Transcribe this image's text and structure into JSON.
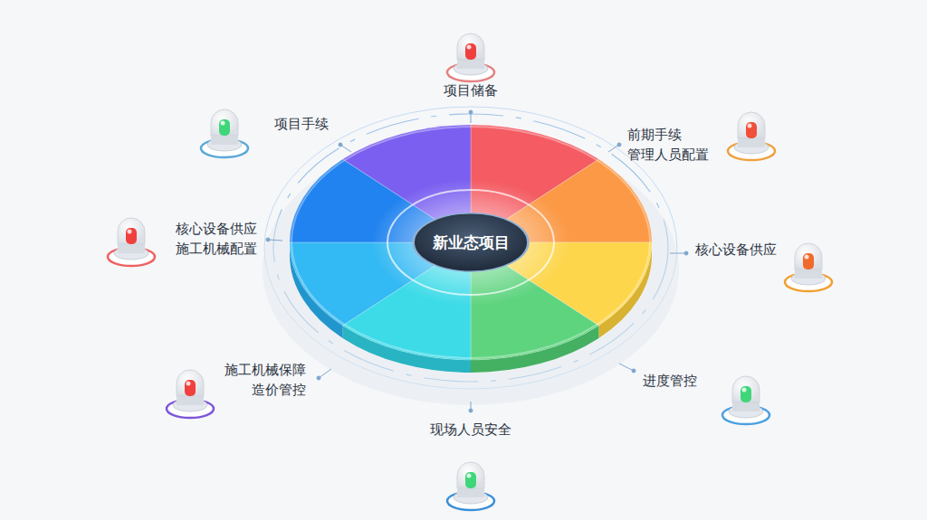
{
  "diagram": {
    "nodes": [
      {
        "text": [
          "新业态项目"
        ]
      }
    ],
    "labels": [
      "项目储备",
      "项目手续",
      "前期手续 管理人员配置",
      "核心设备供应 施工机械配置",
      "核心设备供应",
      "施工机械保障 造价管控",
      "进度管控",
      "现场人员安全"
    ]
  }
}
